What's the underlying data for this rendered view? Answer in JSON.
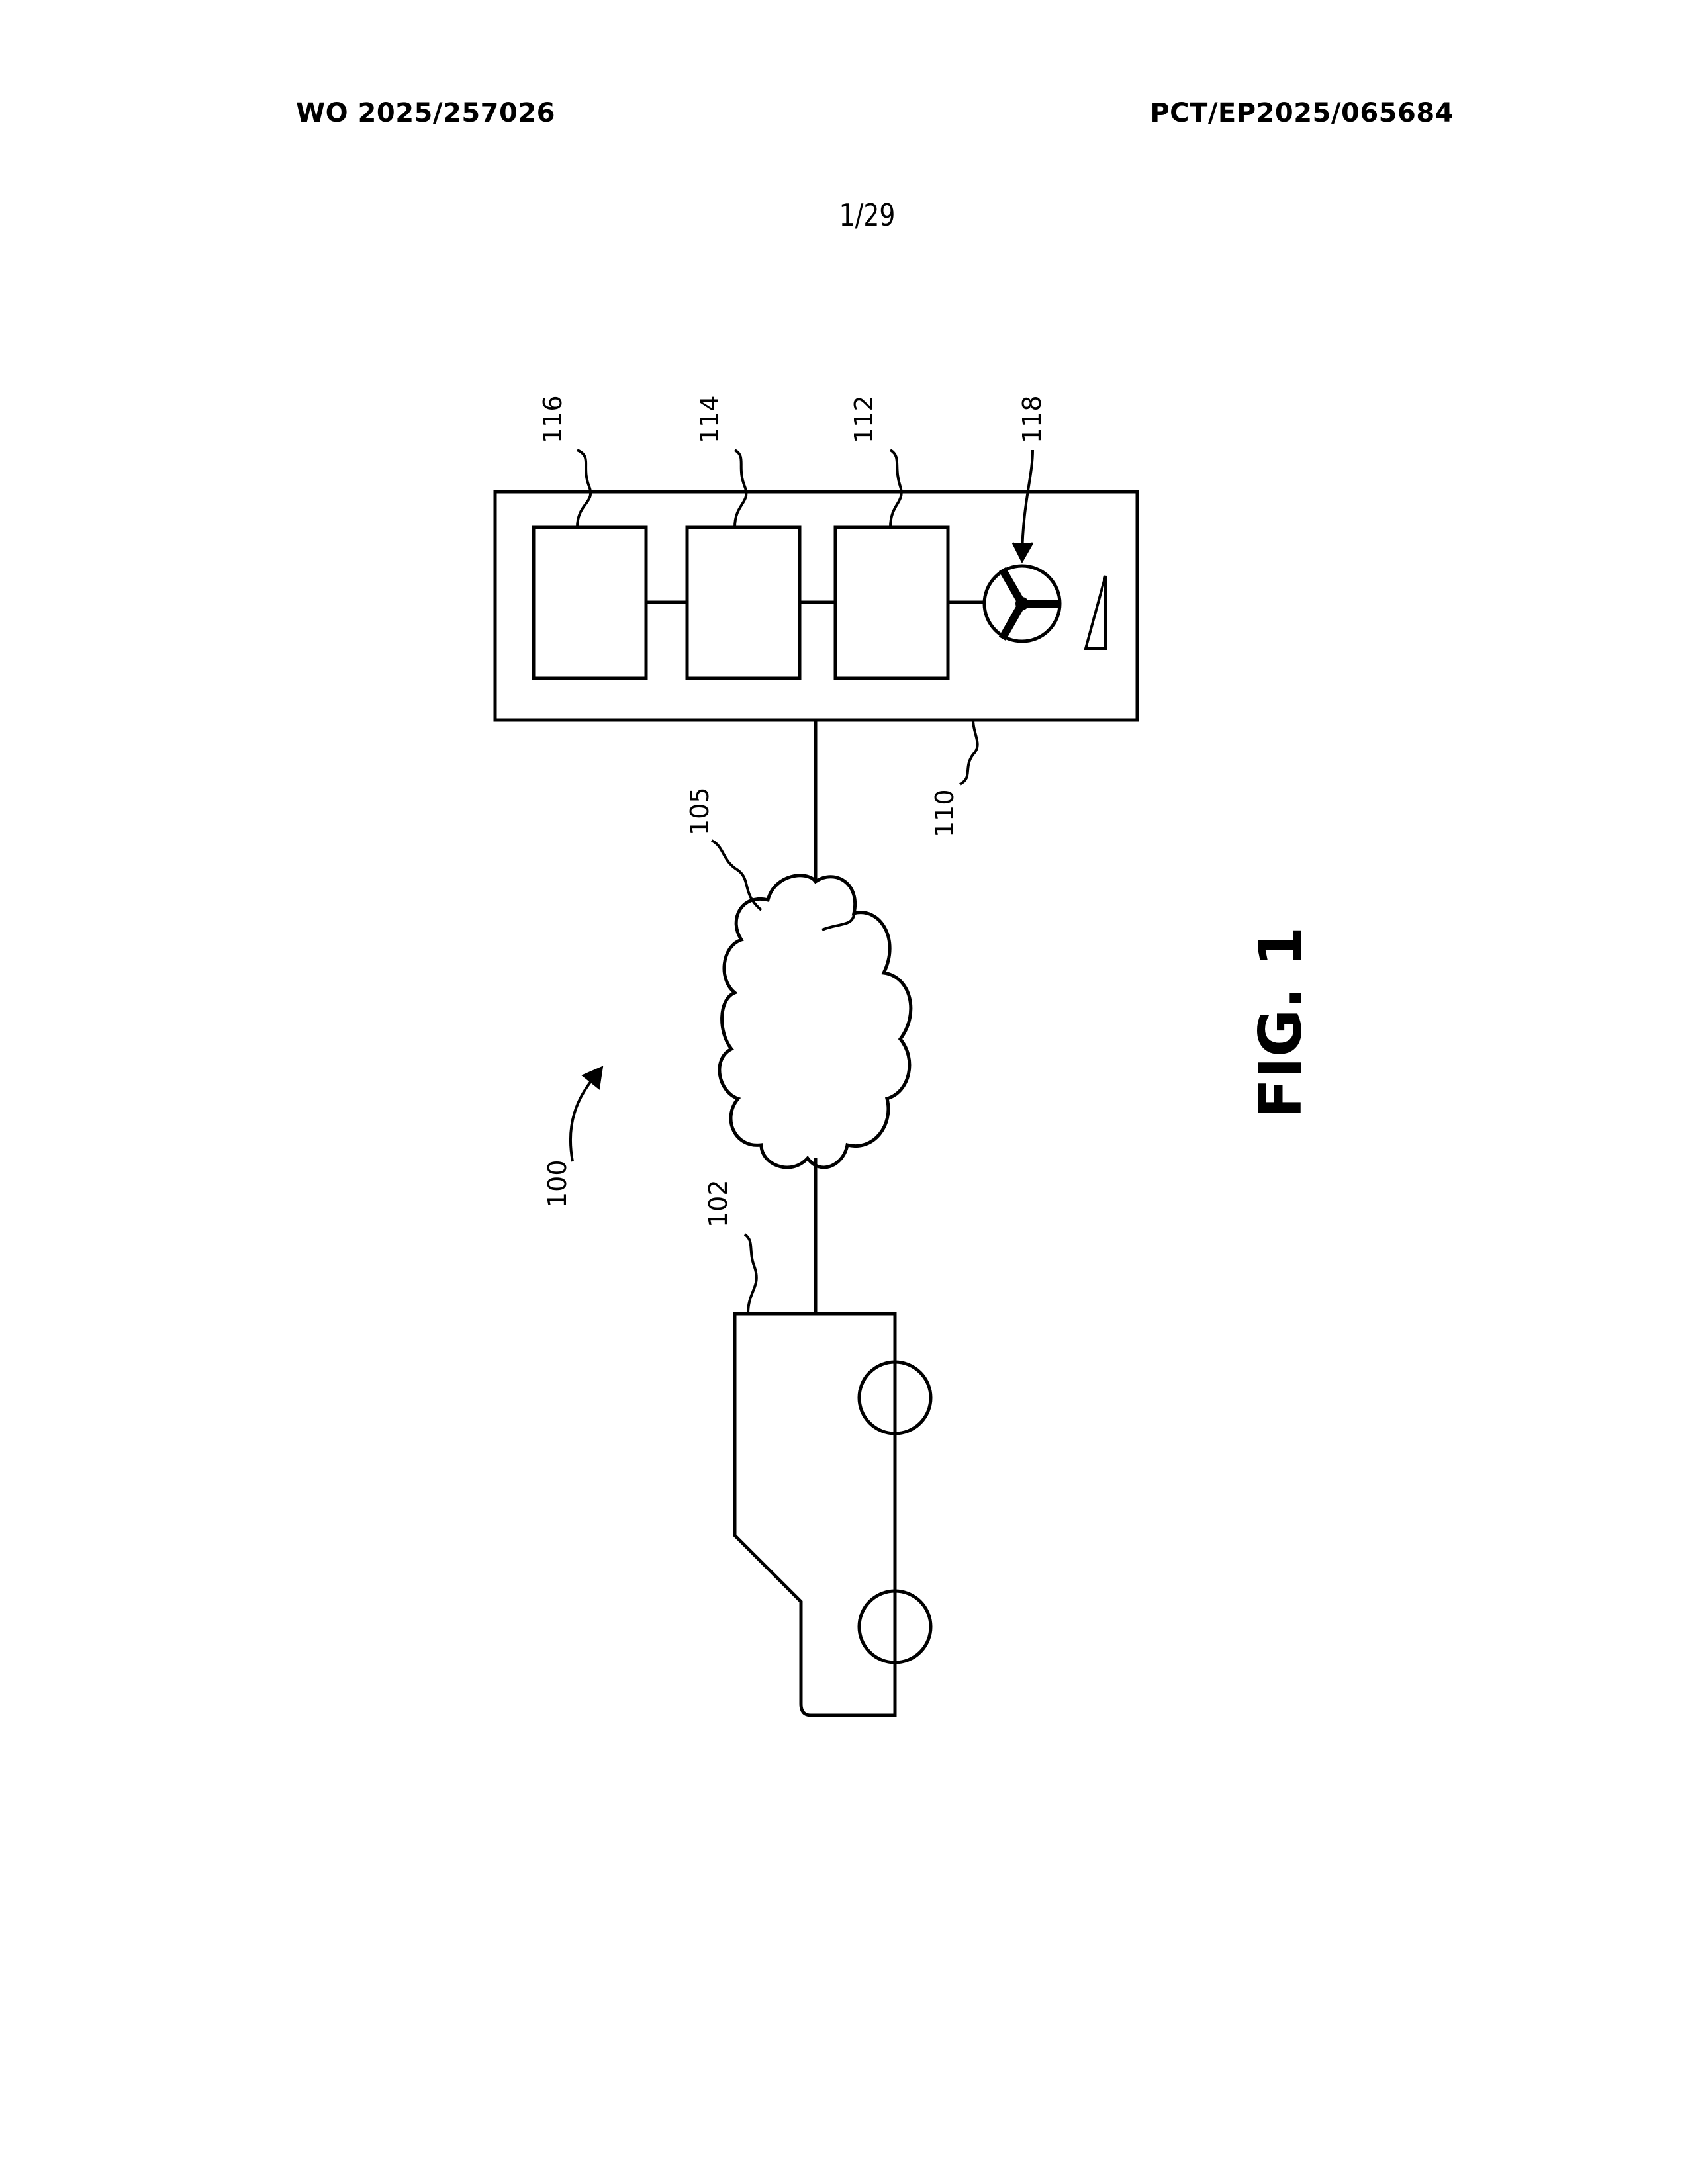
{
  "header": {
    "publication_number": "WO 2025/257026",
    "application_number": "PCT/EP2025/065684",
    "page": "1/29"
  },
  "figure": {
    "label": "FIG. 1",
    "refs": {
      "system": "100",
      "vehicle": "102",
      "network": "105",
      "server": "110",
      "module_a": "112",
      "module_b": "114",
      "module_c": "116",
      "steering": "118"
    }
  }
}
